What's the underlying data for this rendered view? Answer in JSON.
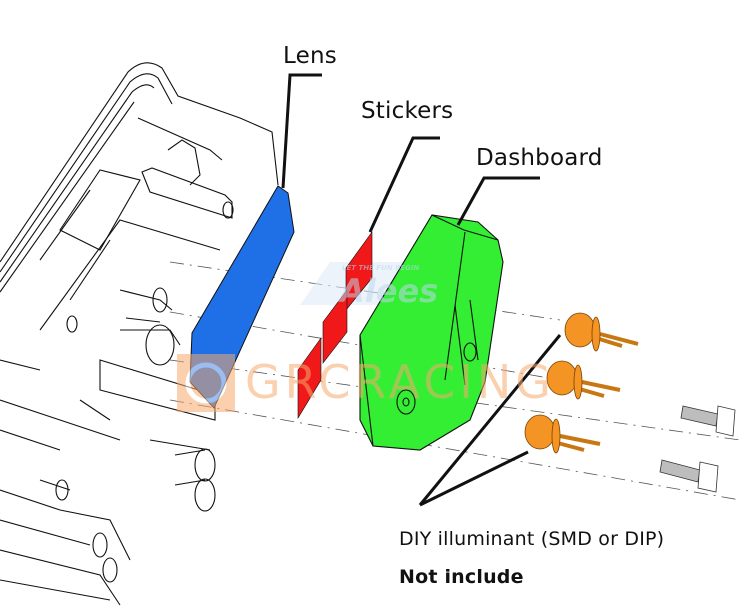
{
  "diagram": {
    "title": "Dashboard light assembly exploded view",
    "labels": {
      "lens": "Lens",
      "stickers": "Stickers",
      "dashboard": "Dashboard",
      "illuminant": "DIY  illuminant  (SMD or DIP)",
      "not_included": "Not include"
    },
    "watermark": {
      "brand": "GRCRACING",
      "secondary_brand": "Alees",
      "secondary_slogan": "LET THE FUN BEGIN"
    },
    "parts": [
      {
        "name": "Lens",
        "color": "#1f6fe6"
      },
      {
        "name": "Stickers",
        "color": "#f01818",
        "count": 3
      },
      {
        "name": "Dashboard",
        "color": "#33ee33"
      },
      {
        "name": "LED",
        "color": "#f39425",
        "count": 3
      },
      {
        "name": "Screw",
        "color": "#bdbdbd",
        "count": 2
      }
    ],
    "colors": {
      "line": "#111111",
      "housing_fill": "#ffffff",
      "watermark_orange": "#f6aa6e"
    }
  }
}
